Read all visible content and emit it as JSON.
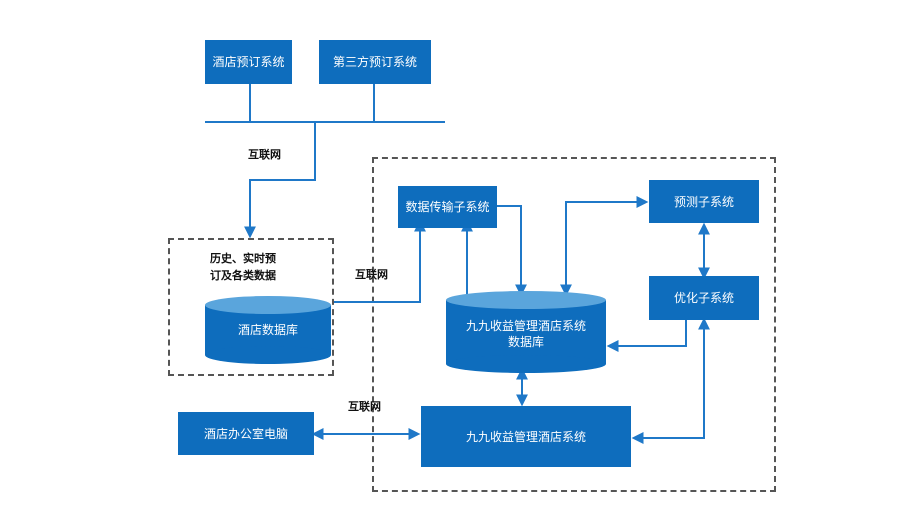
{
  "colors": {
    "box": "#0e6dbd",
    "line": "#1f78c8",
    "cylinder_top": "#5aa5dc",
    "frame": "#555555"
  },
  "nodes": {
    "hotel_booking": "酒店预订系统",
    "third_party_booking": "第三方预订系统",
    "data_transfer": "数据传输子系统",
    "forecast": "预测子系统",
    "optimize": "优化子系统",
    "office_pc": "酒店办公室电脑",
    "main_system": "九九收益管理酒店系统",
    "hotel_db": "酒店数据库",
    "main_db_line1": "九九收益管理酒店系统",
    "main_db_line2": "数据库"
  },
  "labels": {
    "internet_top": "互联网",
    "internet_mid": "互联网",
    "internet_bottom": "互联网",
    "history_line1": "历史、实时预",
    "history_line2": "订及各类数据"
  }
}
